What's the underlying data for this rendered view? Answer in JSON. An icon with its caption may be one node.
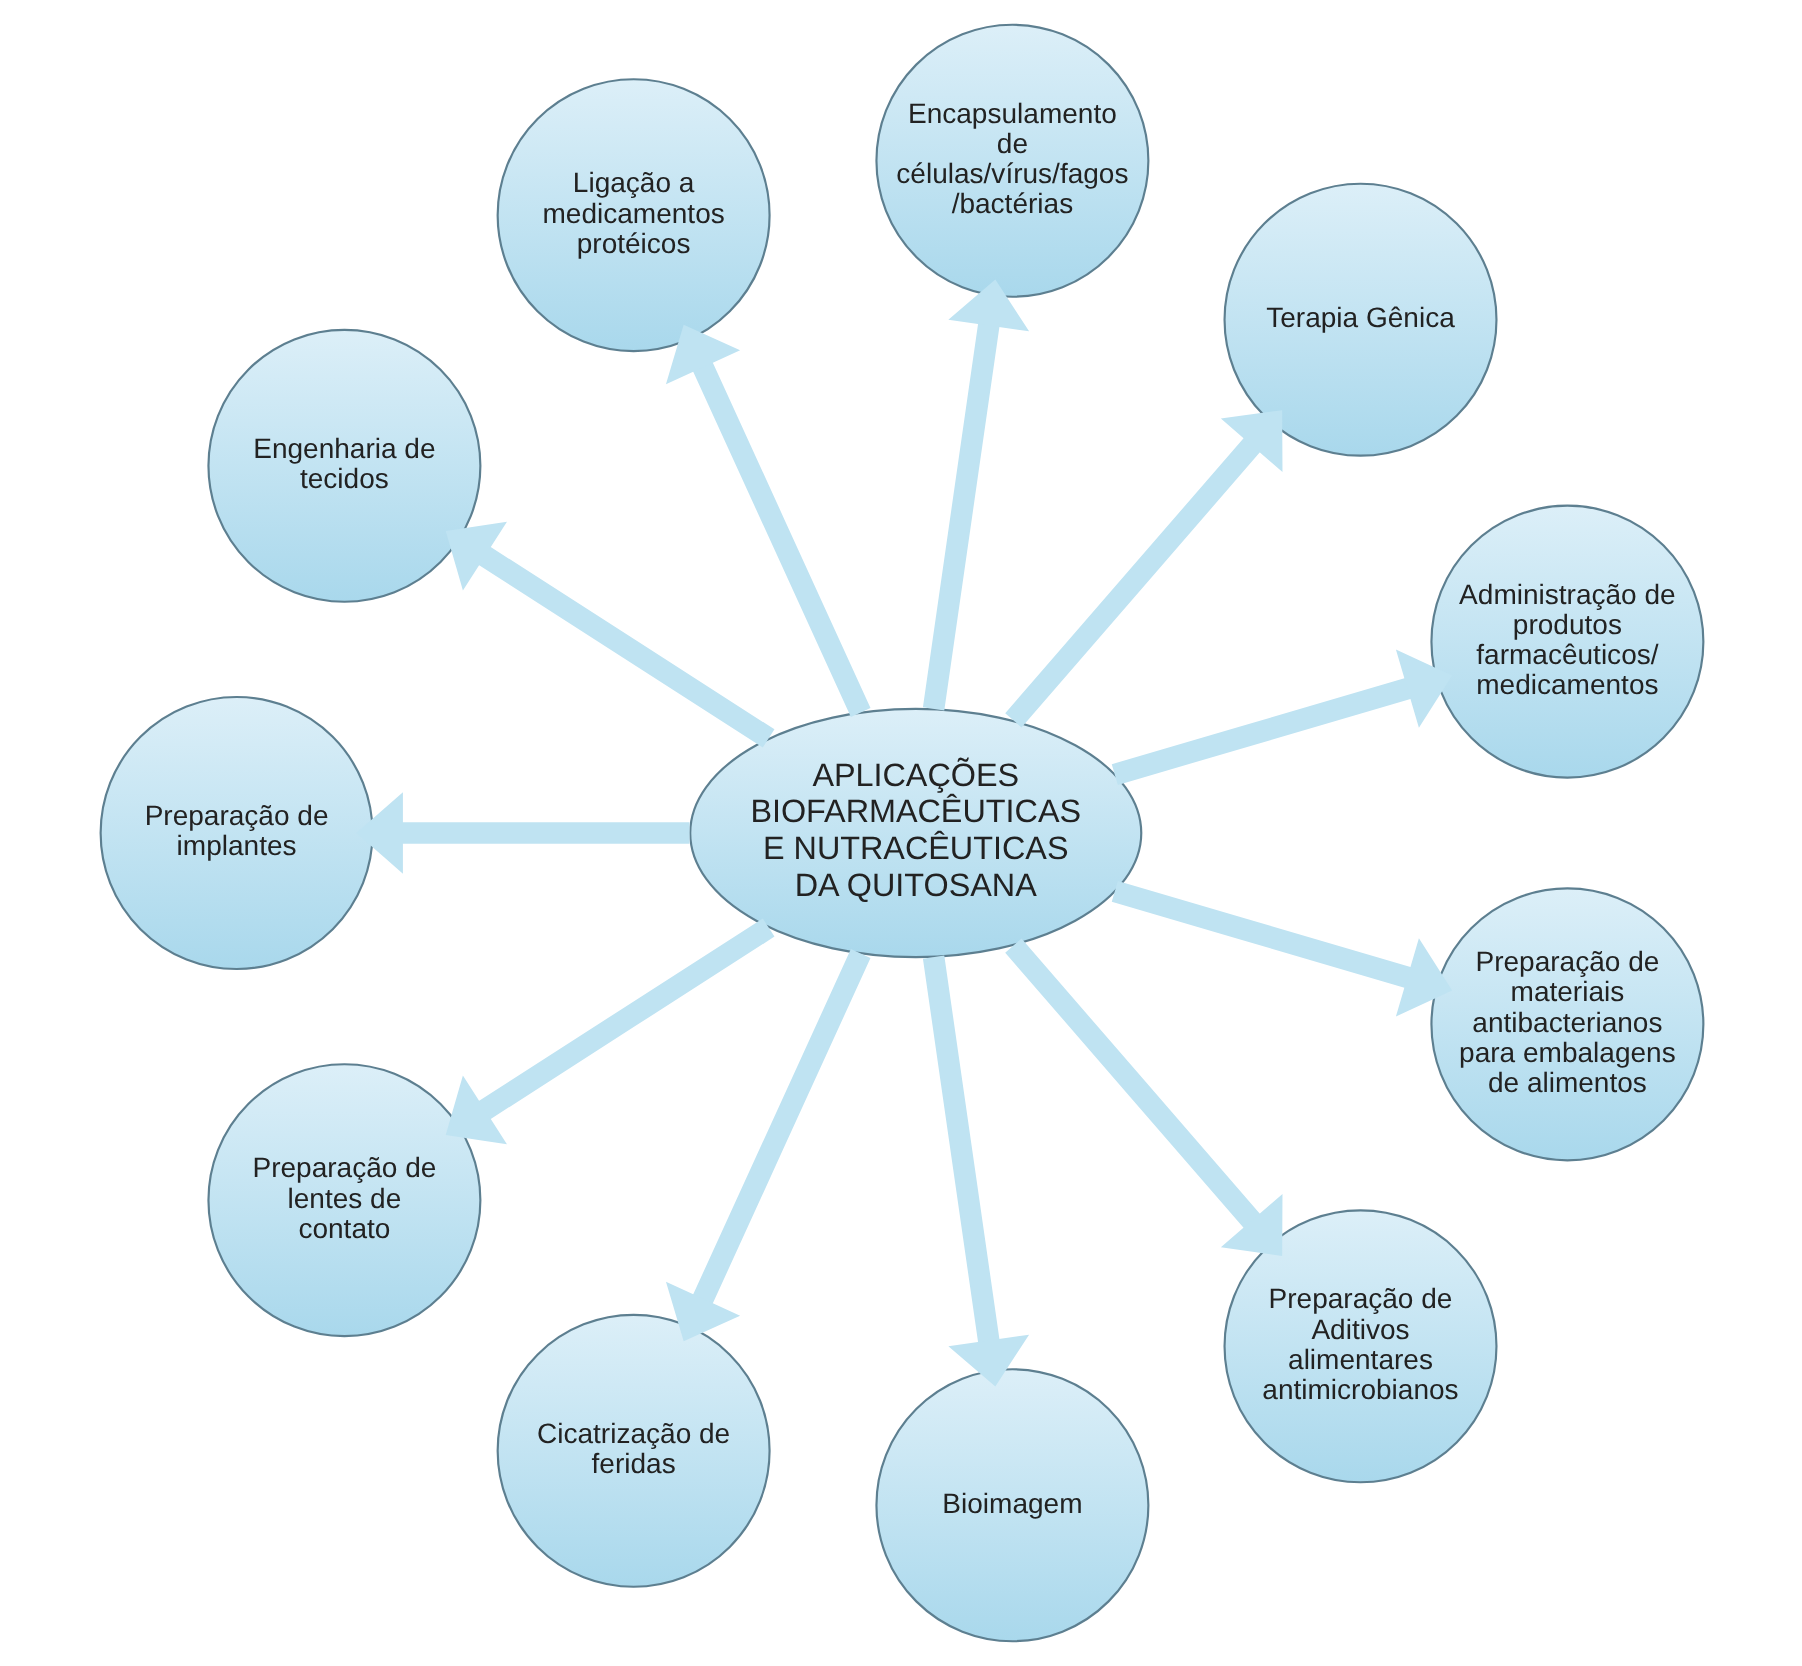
{
  "diagram": {
    "nodes": [
      {
        "text": [
          "APLICAÇÕES BIOFARMACÊUTICAS E NUTRACÊUTICAS DA QUITOSANA"
        ]
      },
      {
        "text": [
          "Administração de produtos farmacêuticos/ medicamentos"
        ]
      },
      {
        "text": [
          "Terapia Gênica"
        ]
      },
      {
        "text": [
          "Encapsulamento de células/vírus/fagos /bactérias"
        ]
      },
      {
        "text": [
          "Ligação a medicamentos protéicos"
        ]
      },
      {
        "text": [
          "Engenharia de tecidos"
        ]
      },
      {
        "text": [
          "Preparação de implantes"
        ]
      },
      {
        "text": [
          "Preparação de lentes de contato"
        ]
      },
      {
        "text": [
          "Cicatrização de feridas"
        ]
      },
      {
        "text": [
          "Bioimagem"
        ]
      },
      {
        "text": [
          "Preparação de Aditivos alimentares antimicrobianos"
        ]
      },
      {
        "text": [
          "Preparação de materiais antibacterianos para embalagens de alimentos"
        ]
      }
    ],
    "edges": [
      {
        "from": 0,
        "to": 1,
        "arrow": "to"
      },
      {
        "from": 0,
        "to": 2,
        "arrow": "to"
      },
      {
        "from": 0,
        "to": 3,
        "arrow": "to"
      },
      {
        "from": 0,
        "to": 4,
        "arrow": "to"
      },
      {
        "from": 0,
        "to": 5,
        "arrow": "to"
      },
      {
        "from": 0,
        "to": 6,
        "arrow": "to"
      },
      {
        "from": 0,
        "to": 7,
        "arrow": "to"
      },
      {
        "from": 0,
        "to": 8,
        "arrow": "to"
      },
      {
        "from": 0,
        "to": 9,
        "arrow": "to"
      },
      {
        "from": 0,
        "to": 10,
        "arrow": "to"
      },
      {
        "from": 0,
        "to": 11,
        "arrow": "to"
      }
    ]
  }
}
